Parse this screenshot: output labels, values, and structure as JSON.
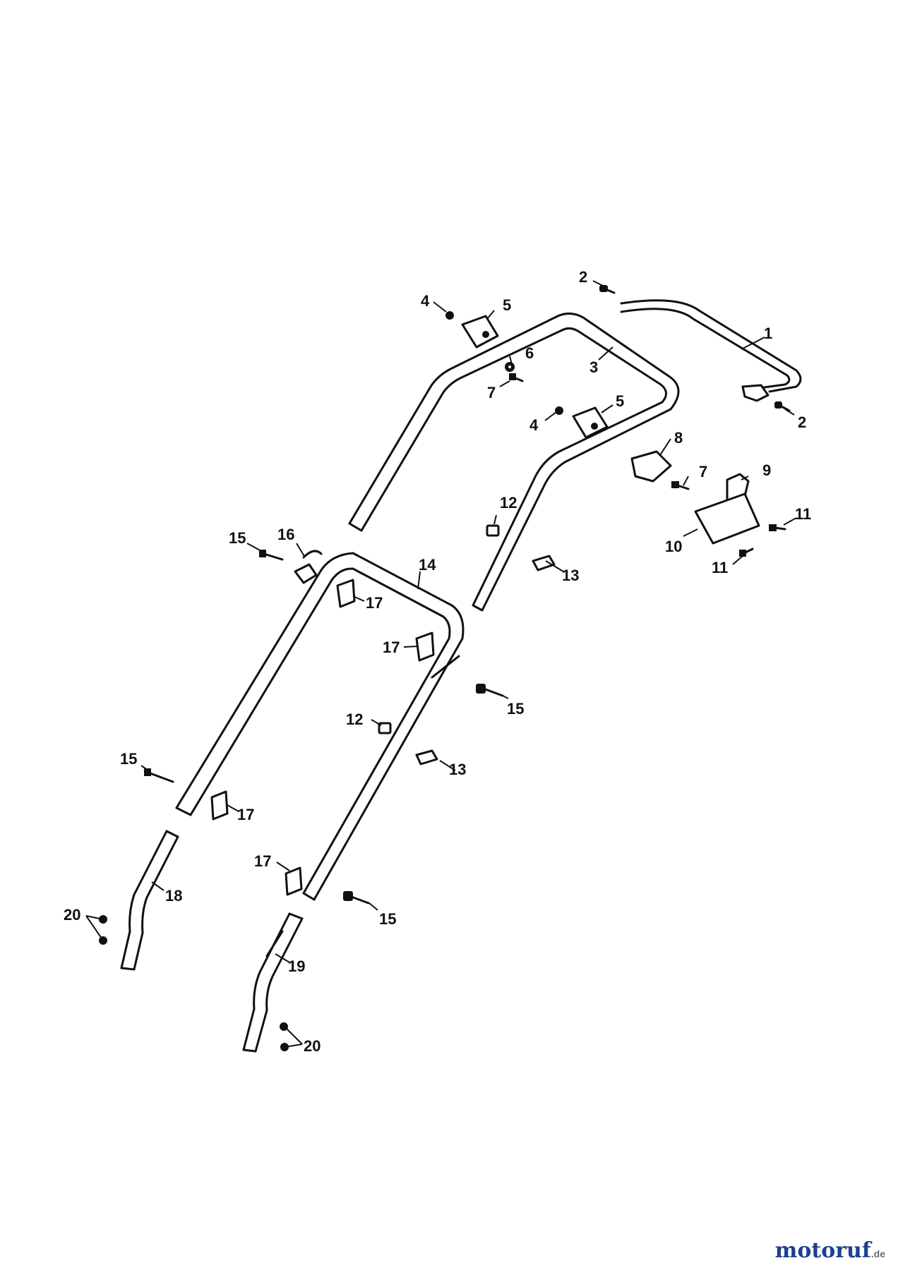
{
  "callouts": {
    "c1": "1",
    "c2a": "2",
    "c2b": "2",
    "c3": "3",
    "c4a": "4",
    "c4b": "4",
    "c5a": "5",
    "c5b": "5",
    "c6": "6",
    "c7a": "7",
    "c7b": "7",
    "c8": "8",
    "c9": "9",
    "c10": "10",
    "c11a": "11",
    "c11b": "11",
    "c12a": "12",
    "c12b": "12",
    "c13a": "13",
    "c13b": "13",
    "c14": "14",
    "c15a": "15",
    "c15b": "15",
    "c15c": "15",
    "c15d": "15",
    "c16": "16",
    "c17a": "17",
    "c17b": "17",
    "c17c": "17",
    "c17d": "17",
    "c18": "18",
    "c19": "19",
    "c20a": "20",
    "c20b": "20"
  },
  "brand": {
    "name": "motoruf",
    "suffix": ".de"
  }
}
